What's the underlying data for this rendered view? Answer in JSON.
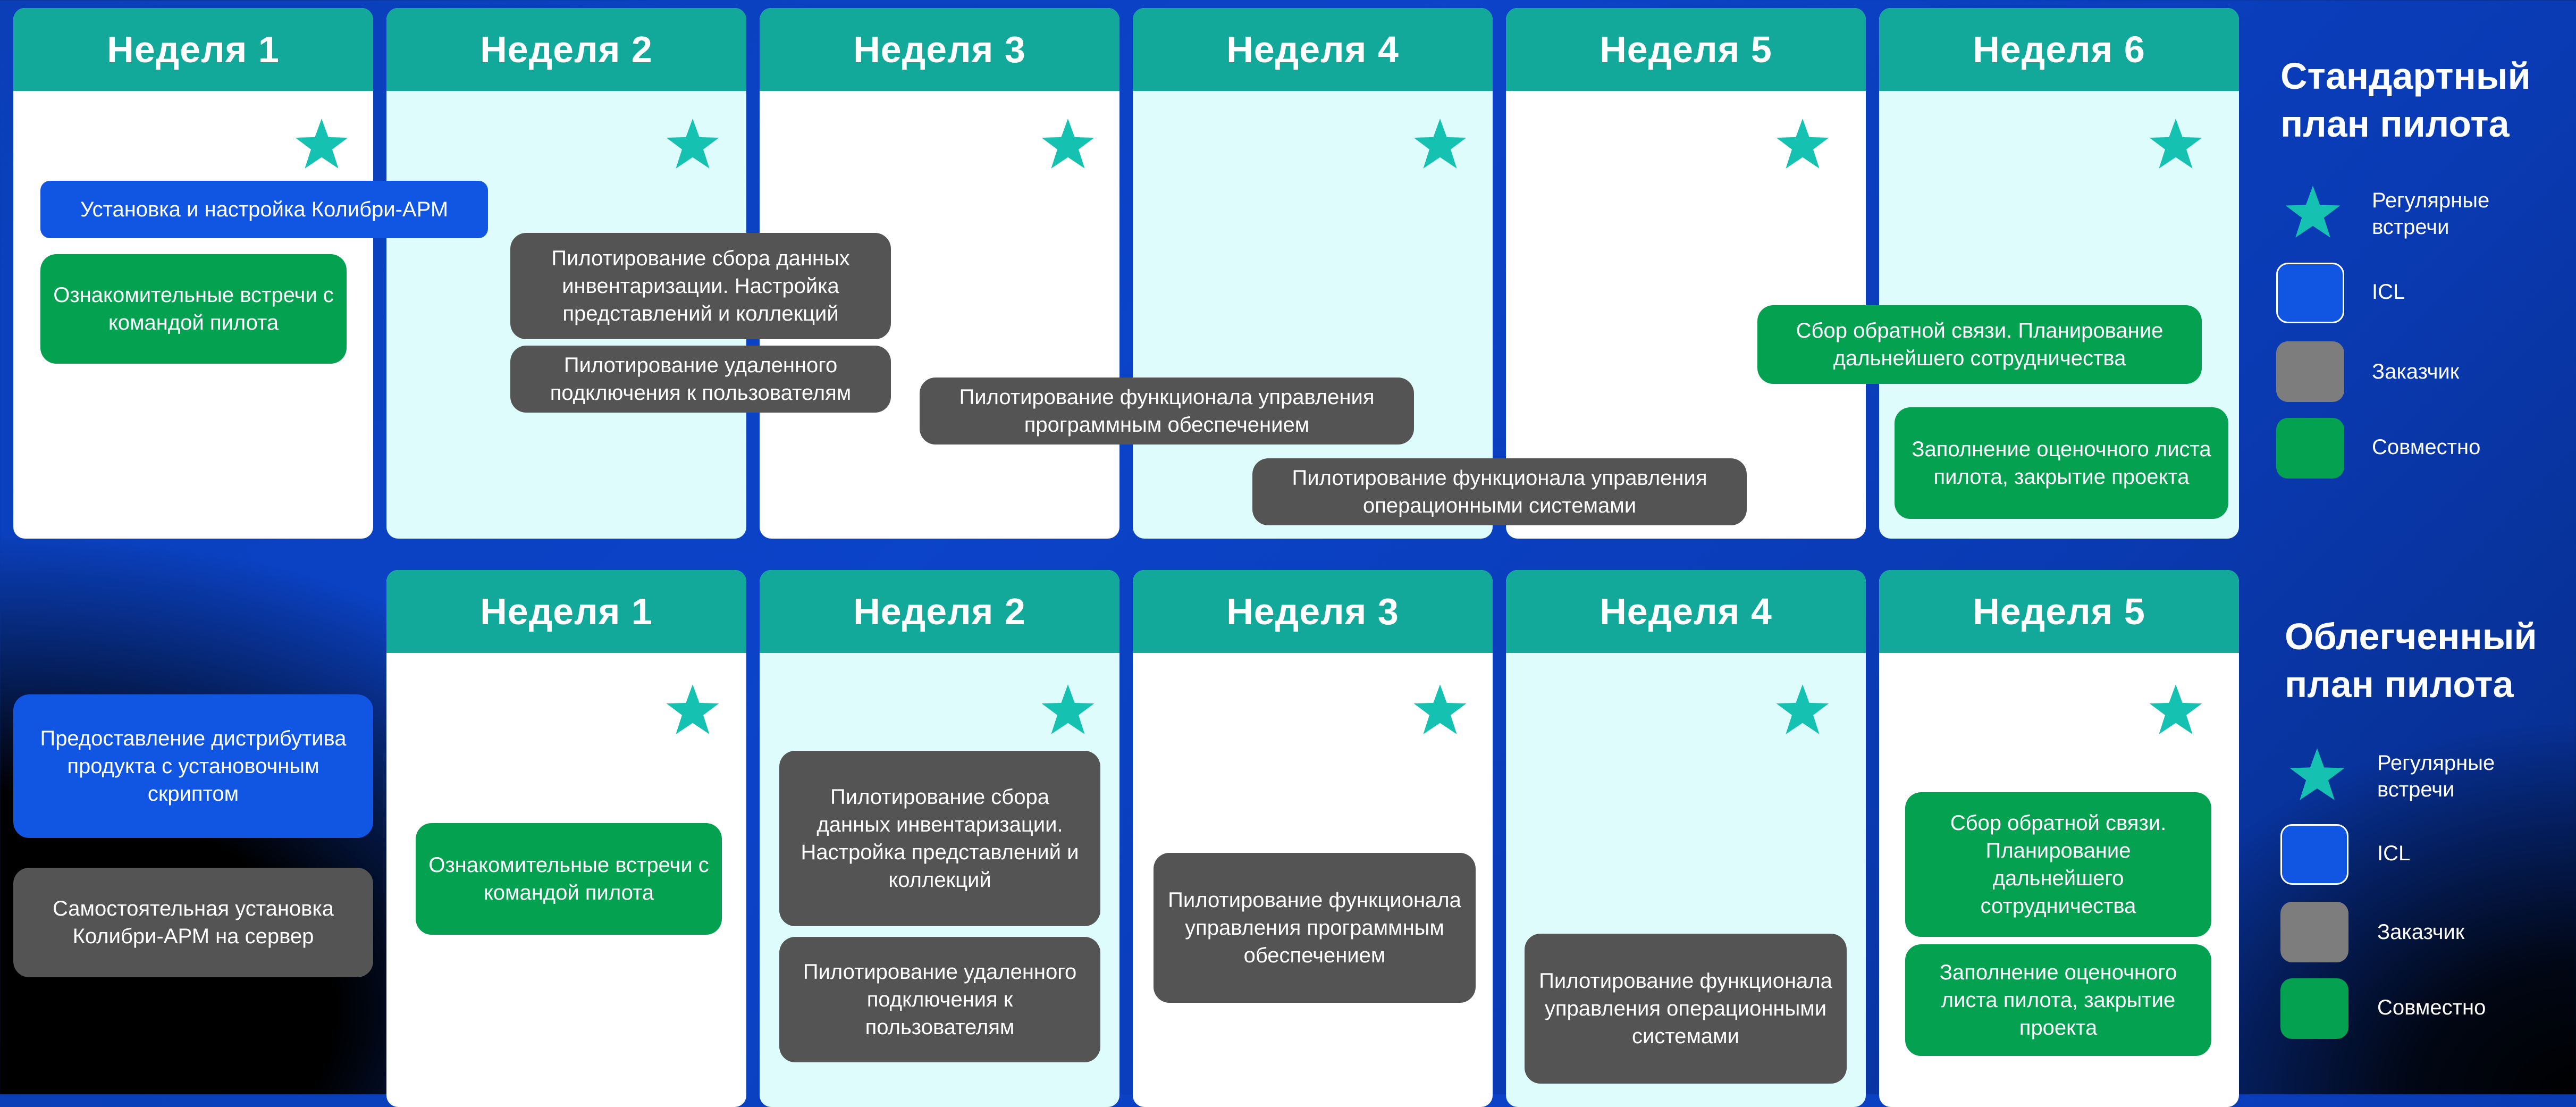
{
  "colors": {
    "header": "#12a99b",
    "star": "#15c2b2",
    "icl": "#1155e3",
    "customer": "#545454",
    "joint": "#03a150",
    "column_white": "#ffffff",
    "column_cyan": "#dffcfd"
  },
  "standard": {
    "title_line1": "Стандартный",
    "title_line2": "план пилота",
    "weeks": [
      "Неделя 1",
      "Неделя 2",
      "Неделя 3",
      "Неделя 4",
      "Неделя 5",
      "Неделя 6"
    ],
    "tasks": [
      "Установка и настройка Колибри-АРМ",
      "Ознакомительные встречи с командой пилота",
      "Пилотирование сбора данных инвентаризации. Настройка представлений и коллекций",
      "Пилотирование удаленного подключения к пользователям",
      "Пилотирование функционала управления программным обеспечением",
      "Пилотирование функционала управления операционными системами",
      "Сбор обратной связи. Планирование дальнейшего сотрудничества",
      "Заполнение оценочного листа пилота, закрытие проекта"
    ]
  },
  "light": {
    "title_line1": "Облегченный",
    "title_line2": "план пилота",
    "weeks": [
      "Неделя 1",
      "Неделя 2",
      "Неделя 3",
      "Неделя 4",
      "Неделя 5"
    ],
    "pre_tasks": [
      "Предоставление дистрибутива продукта с установочным скриптом",
      "Самостоятельная установка Колибри-АРМ на сервер"
    ],
    "tasks": [
      "Ознакомительные встречи с командой пилота",
      "Пилотирование сбора данных инвентаризации. Настройка представлений и коллекций",
      "Пилотирование удаленного подключения к пользователям",
      "Пилотирование функционала управления программным обеспечением",
      "Пилотирование функционала управления операционными системами",
      "Сбор обратной связи. Планирование дальнейшего сотрудничества",
      "Заполнение оценочного листа пилота, закрытие проекта"
    ]
  },
  "legend": {
    "meetings": "Регулярные встречи",
    "icl": "ICL",
    "customer": "Заказчик",
    "joint": "Совместно",
    "star_icon": "star-icon"
  }
}
